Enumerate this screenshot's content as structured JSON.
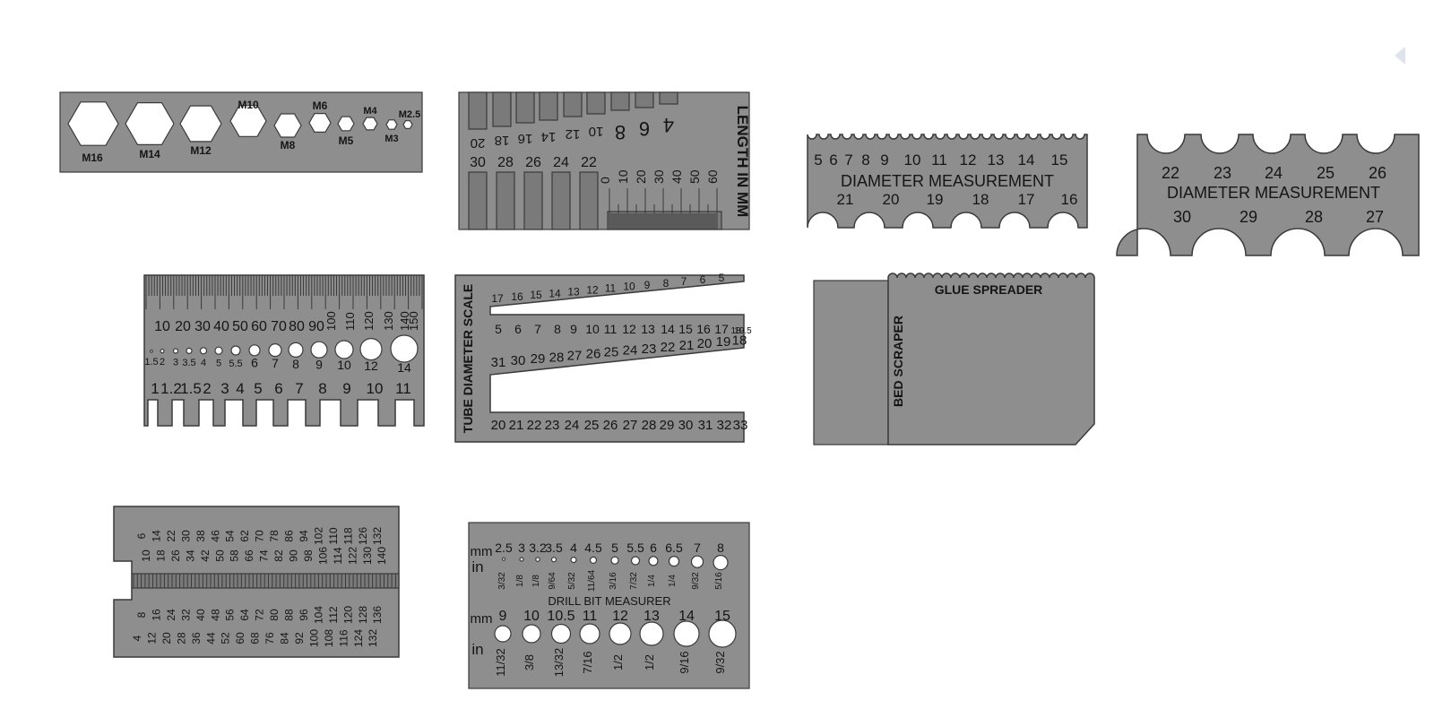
{
  "colors": {
    "plate": "#8e8e8e",
    "plate_dark": "#7a7a7a",
    "edge": "#3a3a3a",
    "text": "#151515",
    "background": "#ffffff",
    "hole": "#ffffff"
  },
  "nav_icon": "chevron-left-icon",
  "hex_gauge": {
    "labels": [
      "M16",
      "M14",
      "M12",
      "M10",
      "M8",
      "M6",
      "M5",
      "M4",
      "M3",
      "M2.5"
    ]
  },
  "length_gauge": {
    "top_labels": [
      "20",
      "18",
      "16",
      "14",
      "12",
      "10",
      "8",
      "6",
      "4"
    ],
    "bottom_labels": [
      "30",
      "28",
      "26",
      "24",
      "22"
    ],
    "ruler_labels": [
      "0",
      "10",
      "20",
      "30",
      "40",
      "50",
      "60"
    ],
    "title": "LENGTH IN MM"
  },
  "diameter_small": {
    "top": [
      "5",
      "6",
      "7",
      "8",
      "9",
      "10",
      "11",
      "12",
      "13",
      "14",
      "15"
    ],
    "title": "DIAMETER MEASUREMENT",
    "bottom": [
      "21",
      "20",
      "19",
      "18",
      "17",
      "16"
    ]
  },
  "diameter_large": {
    "top": [
      "22",
      "23",
      "24",
      "25",
      "26"
    ],
    "title": "DIAMETER MEASUREMENT",
    "bottom": [
      "30",
      "29",
      "28",
      "27"
    ]
  },
  "comb_gauge": {
    "ruler": [
      "10",
      "20",
      "30",
      "40",
      "50",
      "60",
      "70",
      "80",
      "90",
      "100",
      "110",
      "120",
      "130",
      "140",
      "150"
    ],
    "holes": [
      "1.5",
      "2",
      "3",
      "3.5",
      "4",
      "5",
      "5.5",
      "6",
      "7",
      "8",
      "9",
      "10",
      "12",
      "14"
    ],
    "slots": [
      "1",
      "1.2",
      "1.5",
      "2",
      "3",
      "4",
      "5",
      "6",
      "7",
      "8",
      "9",
      "10",
      "11"
    ]
  },
  "tube_scale": {
    "title": "TUBE DIAMETER SCALE",
    "row1": [
      "17",
      "16",
      "15",
      "14",
      "13",
      "12",
      "11",
      "10",
      "9",
      "8",
      "7",
      "6",
      "5"
    ],
    "row2": [
      "5",
      "6",
      "7",
      "8",
      "9",
      "10",
      "11",
      "12",
      "13",
      "14",
      "15",
      "16",
      "17",
      "18",
      "19.5"
    ],
    "row3": [
      "31",
      "30",
      "29",
      "28",
      "27",
      "26",
      "25",
      "24",
      "23",
      "22",
      "21",
      "20",
      "19",
      "18"
    ],
    "row4": [
      "20",
      "21",
      "22",
      "23",
      "24",
      "25",
      "26",
      "27",
      "28",
      "29",
      "30",
      "31",
      "32",
      "33"
    ]
  },
  "scraper": {
    "top": "GLUE SPREADER",
    "side": "BED SCRAPER"
  },
  "pitch_gauge": {
    "top_row1": [
      "6",
      "14",
      "22",
      "30",
      "38",
      "46",
      "54",
      "62",
      "70",
      "78",
      "86",
      "94",
      "102",
      "110",
      "118",
      "126",
      "132"
    ],
    "top_row2": [
      "10",
      "18",
      "26",
      "34",
      "42",
      "50",
      "58",
      "66",
      "74",
      "82",
      "90",
      "98",
      "106",
      "114",
      "122",
      "130",
      "140"
    ],
    "bot_row1": [
      "8",
      "16",
      "24",
      "32",
      "40",
      "48",
      "56",
      "64",
      "72",
      "80",
      "88",
      "96",
      "104",
      "112",
      "120",
      "128",
      "136"
    ],
    "bot_row2": [
      "4",
      "12",
      "20",
      "28",
      "36",
      "44",
      "52",
      "60",
      "68",
      "76",
      "84",
      "92",
      "100",
      "108",
      "116",
      "124",
      "132"
    ]
  },
  "drill": {
    "mm_label": "mm",
    "in_label": "in",
    "title": "DRILL BIT MEASURER",
    "mm1": [
      "2.5",
      "3",
      "3.2",
      "3.5",
      "4",
      "4.5",
      "5",
      "5.5",
      "6",
      "6.5",
      "7",
      "8"
    ],
    "in1": [
      "3/32",
      "1/8",
      "1/8",
      "9/64",
      "5/32",
      "11/64",
      "3/16",
      "7/32",
      "1/4",
      "1/4",
      "9/32",
      "5/16"
    ],
    "mm2": [
      "9",
      "10",
      "10.5",
      "11",
      "12",
      "13",
      "14",
      "15"
    ],
    "in2": [
      "11/32",
      "3/8",
      "13/32",
      "7/16",
      "1/2",
      "1/2",
      "9/16",
      "9/32"
    ]
  }
}
